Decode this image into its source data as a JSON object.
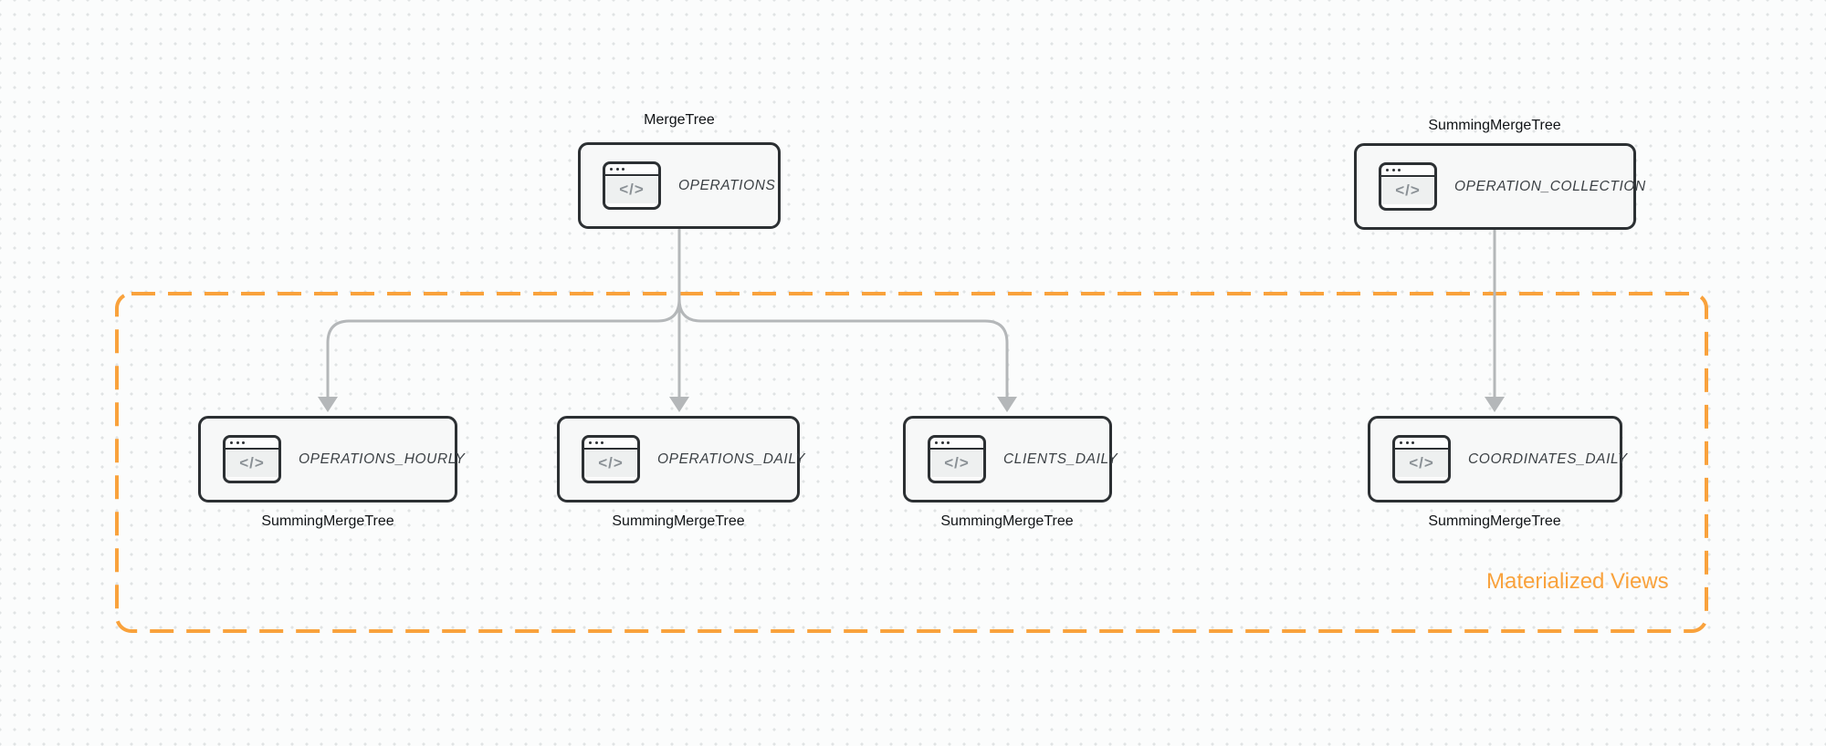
{
  "diagram": {
    "title_hint": "ClickHouse table engines with materialized views",
    "colors": {
      "accent_orange": "#f9a23c",
      "node_border": "#2c3033",
      "node_background": "#f7f8f8",
      "arrow_gray": "#b4b7b9",
      "canvas_dot": "#e0e3e4"
    },
    "icon": {
      "name": "code-window-icon",
      "glyph": "</>"
    },
    "source_nodes": [
      {
        "engine": "MergeTree",
        "table": "OPERATIONS"
      },
      {
        "engine": "SummingMergeTree",
        "table": "OPERATION_COLLECTION"
      }
    ],
    "materialized_views_group": {
      "label": "Materialized Views",
      "nodes": [
        {
          "table": "OPERATIONS_HOURLY",
          "engine": "SummingMergeTree"
        },
        {
          "table": "OPERATIONS_DAILY",
          "engine": "SummingMergeTree"
        },
        {
          "table": "CLIENTS_DAILY",
          "engine": "SummingMergeTree"
        },
        {
          "table": "COORDINATES_DAILY",
          "engine": "SummingMergeTree"
        }
      ]
    },
    "edges": [
      {
        "from": "OPERATIONS",
        "to": "OPERATIONS_HOURLY"
      },
      {
        "from": "OPERATIONS",
        "to": "OPERATIONS_DAILY"
      },
      {
        "from": "OPERATIONS",
        "to": "CLIENTS_DAILY"
      },
      {
        "from": "OPERATION_COLLECTION",
        "to": "COORDINATES_DAILY"
      }
    ]
  }
}
